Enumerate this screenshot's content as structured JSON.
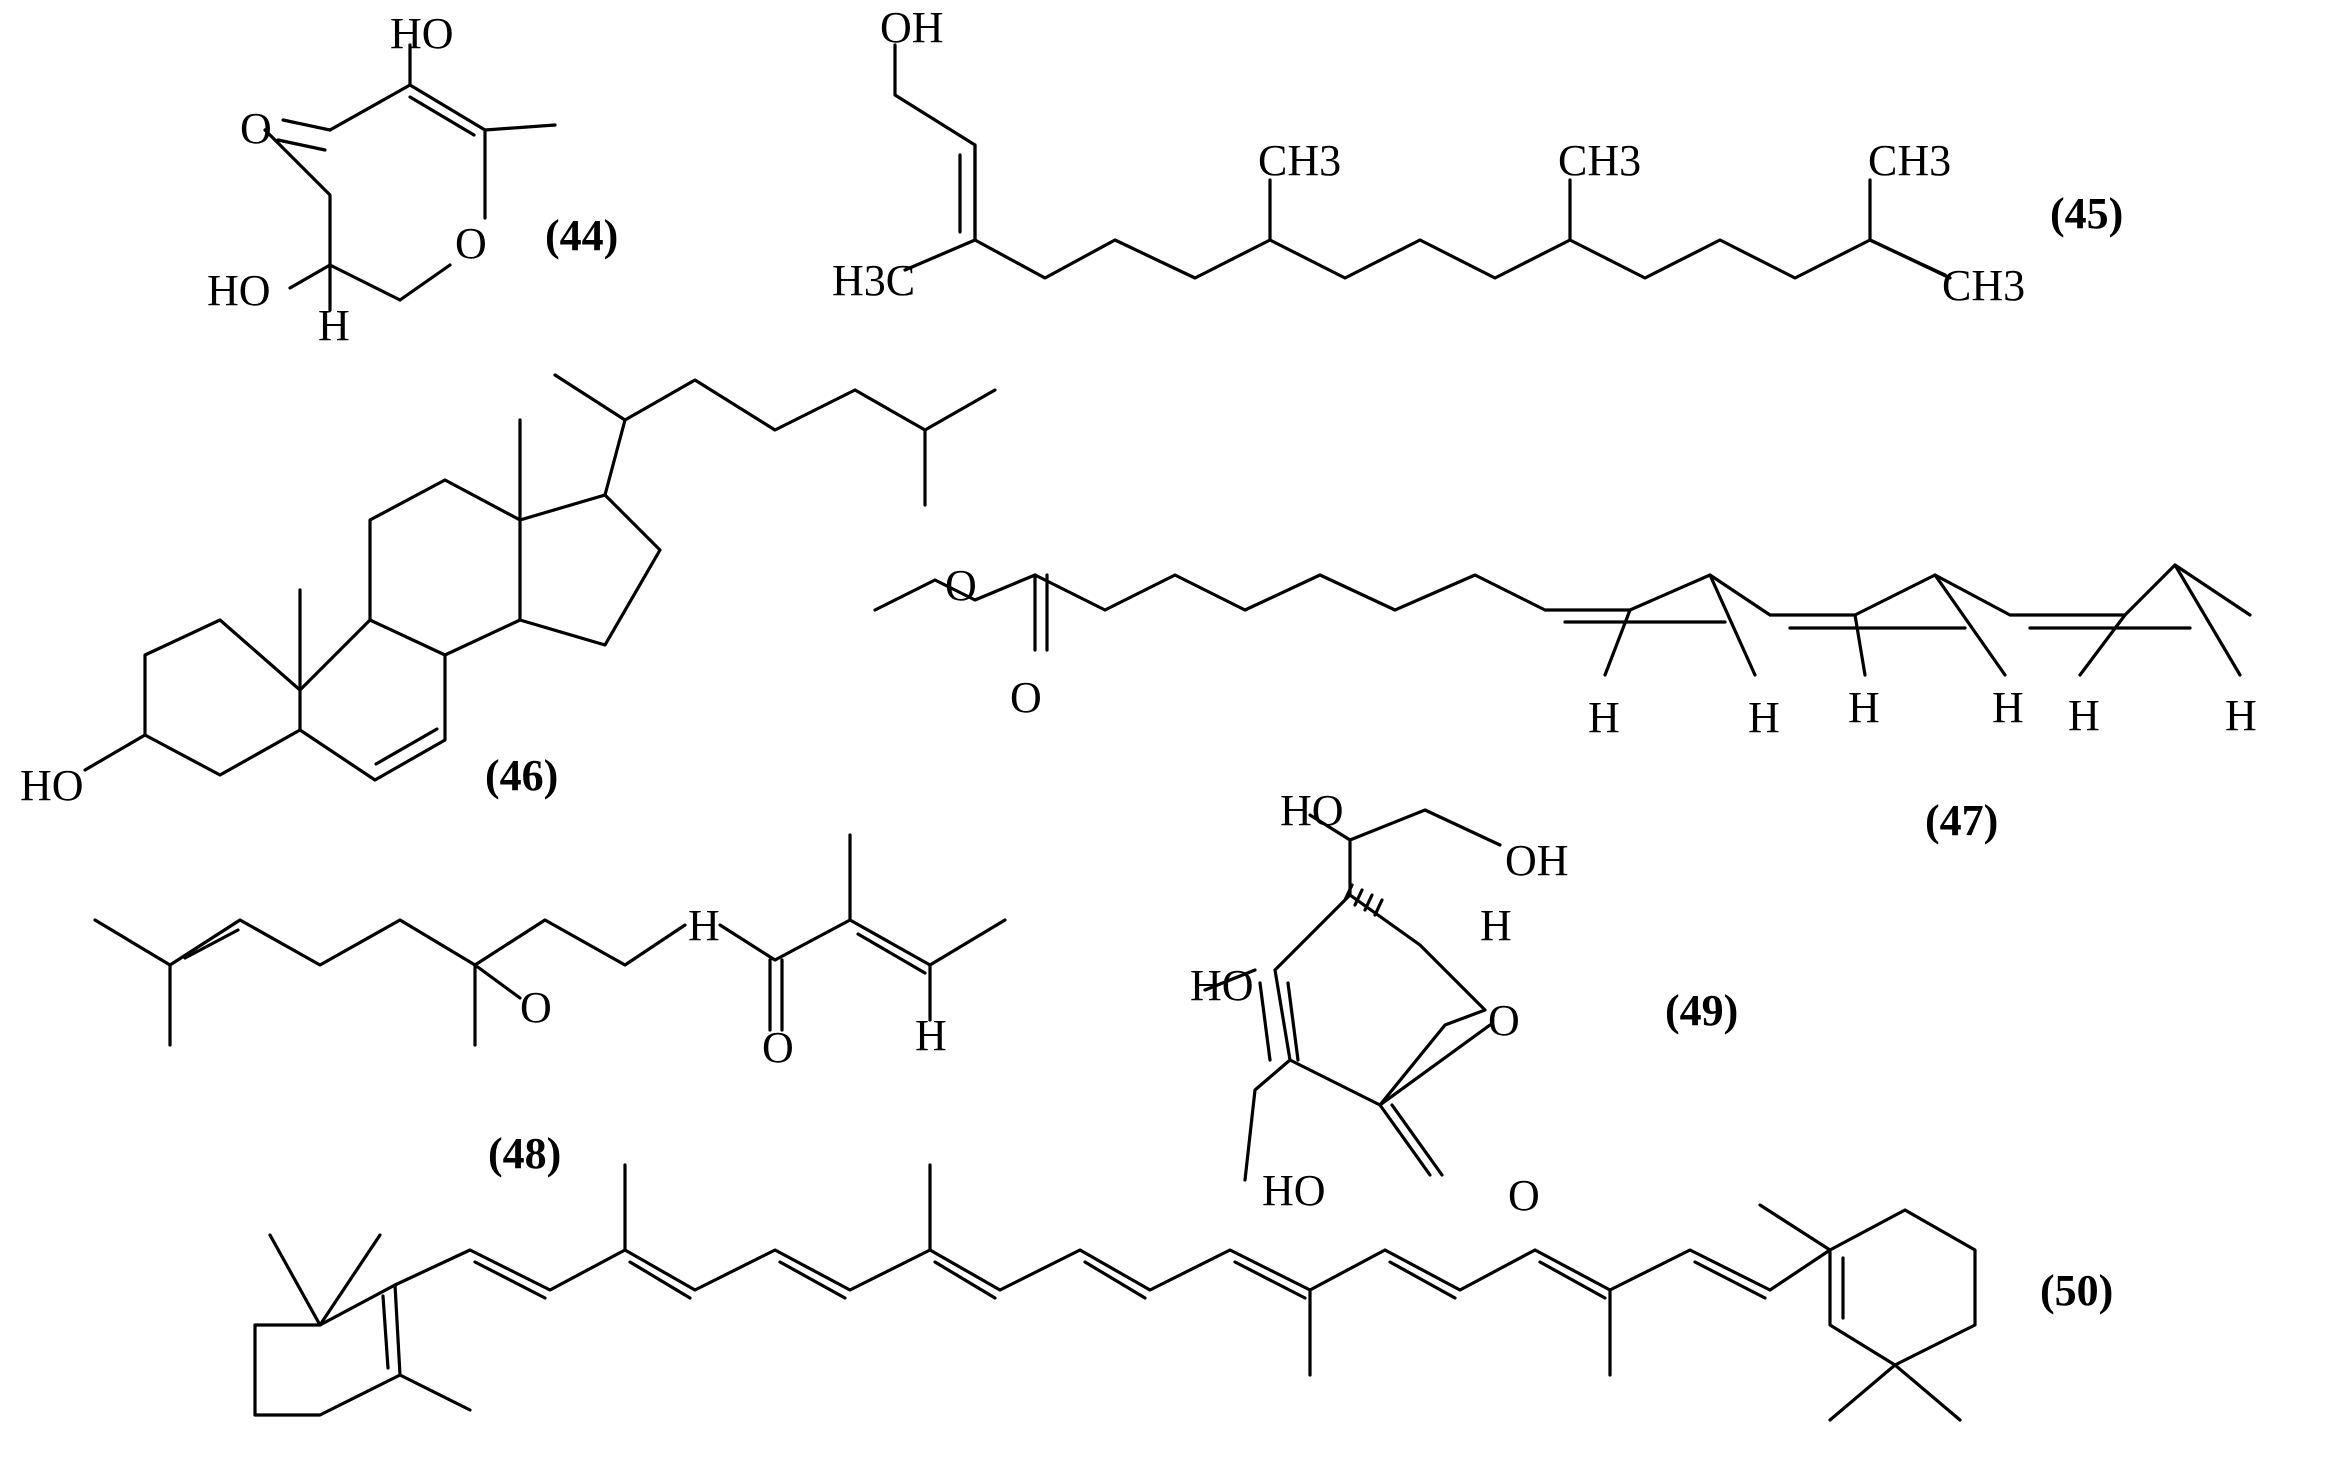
{
  "compounds": [
    {
      "id": "(44)",
      "atoms": [
        "HO",
        "O",
        "O",
        "HO",
        "H"
      ]
    },
    {
      "id": "(45)",
      "atoms": [
        "OH",
        "CH3",
        "CH3",
        "CH3",
        "H3C",
        "CH3"
      ]
    },
    {
      "id": "(46)",
      "atoms": [
        "HO"
      ]
    },
    {
      "id": "(47)",
      "atoms": [
        "O",
        "O",
        "H",
        "H",
        "H",
        "H",
        "H",
        "H"
      ]
    },
    {
      "id": "(48)",
      "atoms": [
        "O",
        "H",
        "O",
        "H"
      ]
    },
    {
      "id": "(49)",
      "atoms": [
        "HO",
        "OH",
        "H",
        "HO",
        "O",
        "HO",
        "O"
      ]
    },
    {
      "id": "(50)",
      "atoms": []
    }
  ]
}
